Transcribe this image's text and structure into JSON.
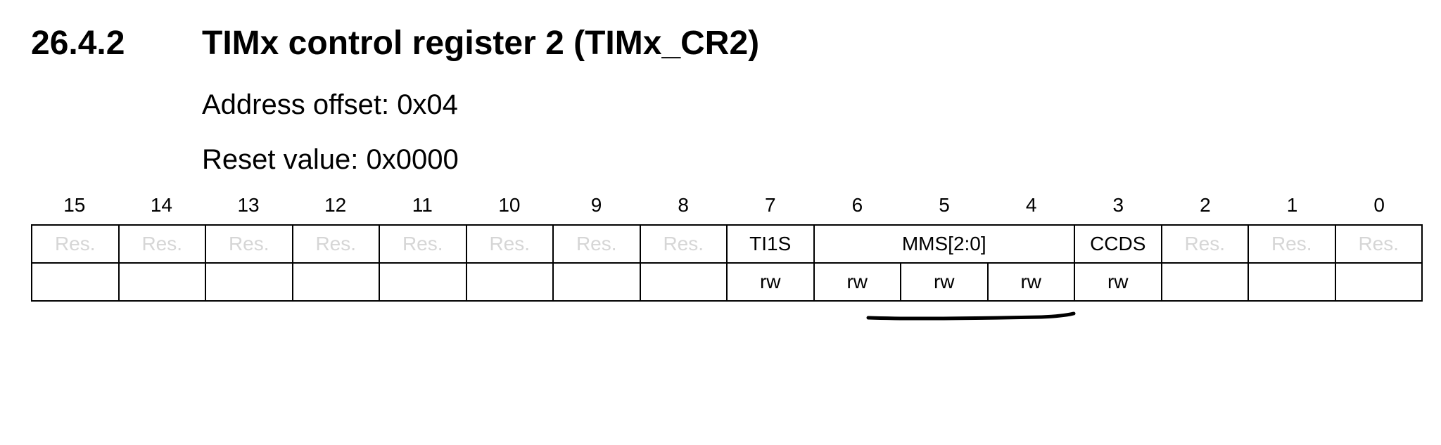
{
  "section": {
    "number": "26.4.2",
    "title": "TIMx control register 2 (TIMx_CR2)"
  },
  "meta": {
    "address_offset": "Address offset: 0x04",
    "reset_value": "Reset value: 0x0000"
  },
  "register": {
    "bit_numbers": [
      "15",
      "14",
      "13",
      "12",
      "11",
      "10",
      "9",
      "8",
      "7",
      "6",
      "5",
      "4",
      "3",
      "2",
      "1",
      "0"
    ],
    "reserved_label": "Res.",
    "fields": {
      "ti1s": "TI1S",
      "mms": "MMS[2:0]",
      "ccds": "CCDS"
    },
    "access": {
      "bit7": "rw",
      "bit6": "rw",
      "bit5": "rw",
      "bit4": "rw",
      "bit3": "rw"
    }
  },
  "colors": {
    "reserved_text": "#d6d6d6",
    "border": "#000000",
    "pen_mark": "#000000"
  }
}
